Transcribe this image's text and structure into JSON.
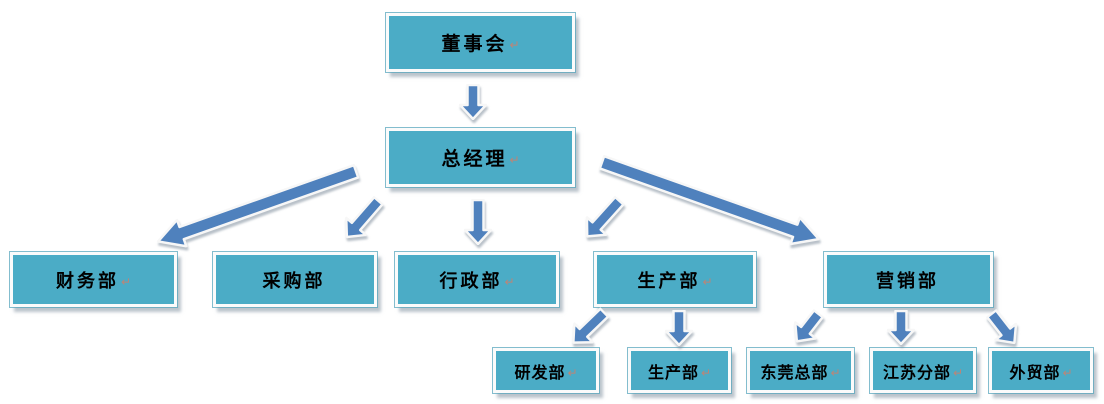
{
  "figure": {
    "type": "org-chart",
    "background": "#ffffff"
  },
  "colors": {
    "box_fill": "#4BACC6",
    "box_border": "#fbfbfb",
    "arrow_fill": "#4F81BD",
    "arrow_outline": "#f7f7f7",
    "shadow": "#8d9caa",
    "paragraph_mark": "#bd8576",
    "text": "#000000"
  },
  "nodes": {
    "board": {
      "label": "董事会",
      "mark": "↵"
    },
    "gm": {
      "label": "总经理",
      "mark": "↵"
    },
    "finance": {
      "label": "财务部",
      "mark": "↵"
    },
    "purchasing": {
      "label": "采购部",
      "mark": ""
    },
    "admin": {
      "label": "行政部",
      "mark": "↵"
    },
    "production": {
      "label": "生产部",
      "mark": "↵"
    },
    "marketing": {
      "label": "营销部",
      "mark": ""
    },
    "rnd": {
      "label": "研发部",
      "mark": "↵"
    },
    "production2": {
      "label": "生产部",
      "mark": "↵"
    },
    "dongguan": {
      "label": "东莞总部",
      "mark": "↵"
    },
    "jiangsu": {
      "label": "江苏分部",
      "mark": "↵"
    },
    "trade": {
      "label": "外贸部",
      "mark": "↵"
    }
  },
  "edges": [
    {
      "from": "board",
      "to": "gm"
    },
    {
      "from": "gm",
      "to": "finance"
    },
    {
      "from": "gm",
      "to": "purchasing"
    },
    {
      "from": "gm",
      "to": "admin"
    },
    {
      "from": "gm",
      "to": "production"
    },
    {
      "from": "gm",
      "to": "marketing"
    },
    {
      "from": "production",
      "to": "rnd"
    },
    {
      "from": "production",
      "to": "production2"
    },
    {
      "from": "marketing",
      "to": "dongguan"
    },
    {
      "from": "marketing",
      "to": "jiangsu"
    },
    {
      "from": "marketing",
      "to": "trade"
    }
  ]
}
